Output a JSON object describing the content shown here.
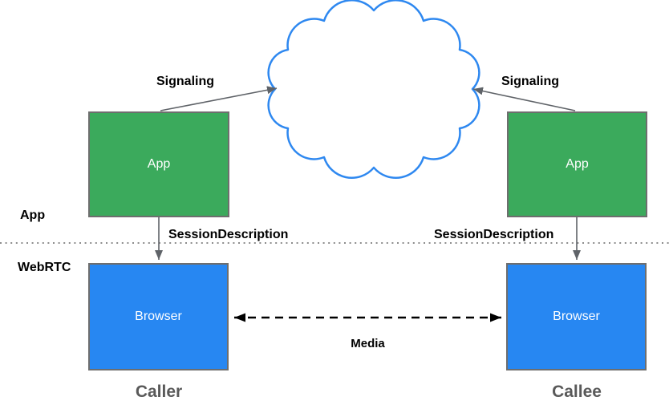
{
  "layers": {
    "app": "App",
    "webrtc": "WebRTC"
  },
  "nodes": {
    "caller_app": "App",
    "callee_app": "App",
    "caller_browser": "Browser",
    "callee_browser": "Browser"
  },
  "edges": {
    "signaling_left": "Signaling",
    "signaling_right": "Signaling",
    "session_left": "SessionDescription",
    "session_right": "SessionDescription",
    "media": "Media"
  },
  "footers": {
    "caller": "Caller",
    "callee": "Callee"
  },
  "icons": {
    "cloud": "network-cloud"
  },
  "colors": {
    "app_box_fill": "#3baa5c",
    "browser_box_fill": "#2787f2",
    "box_border": "#6e6e6e",
    "cloud_stroke": "#2e88f0",
    "arrow_gray": "#5f6368",
    "arrow_black": "#000000",
    "divider_gray": "#8c8c8c",
    "footer_text": "#595959",
    "label_text": "#000000",
    "box_text": "#ffffff"
  }
}
